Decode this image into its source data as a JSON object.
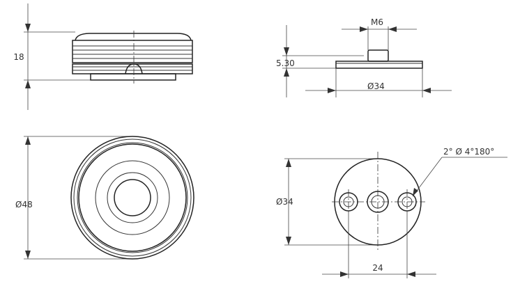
{
  "dimensions": {
    "side_height": "18",
    "top_height": "5.30",
    "thread": "M6",
    "top_diameter": "Ø34",
    "front_diameter": "Ø48",
    "base_diameter": "Ø34",
    "hole_note": "2° Ø 4°180°",
    "hole_spacing": "24"
  }
}
